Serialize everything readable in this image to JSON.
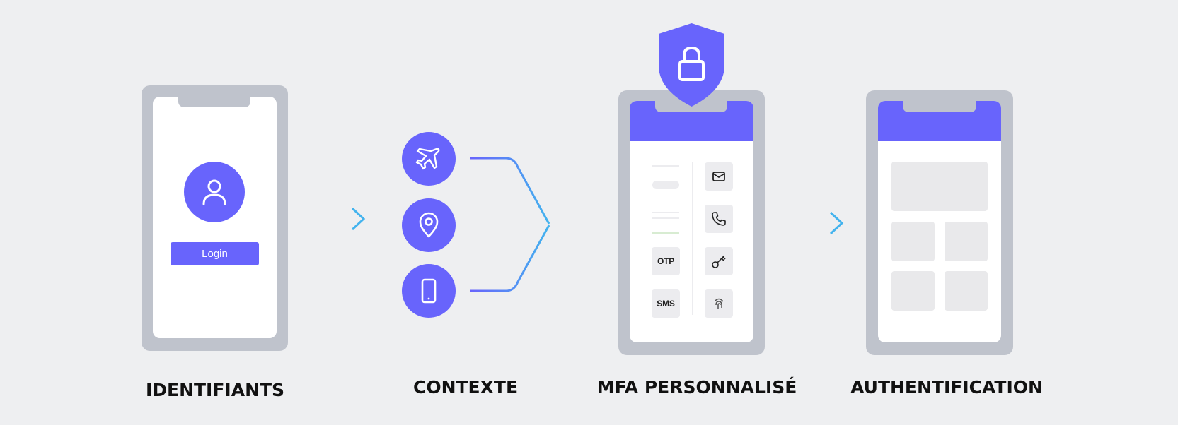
{
  "colors": {
    "background": "#eeeff1",
    "accent": "#6864fc",
    "phone_frame": "#bfc3cc",
    "arrow": "#4aa6f0"
  },
  "steps": {
    "credentials": {
      "label": "IDENTIFIANTS",
      "login_button": "Login",
      "icon": "user-icon"
    },
    "context": {
      "label": "CONTEXTE",
      "icons": [
        "airplane-icon",
        "location-pin-icon",
        "smartphone-icon"
      ]
    },
    "mfa": {
      "label": "MFA PERSONNALISÉ",
      "badge_icon": "shield-lock-icon",
      "tiles": {
        "otp": "OTP",
        "sms": "SMS"
      },
      "tile_icons": [
        "mail-icon",
        "phone-icon",
        "key-icon",
        "fingerprint-icon"
      ]
    },
    "auth": {
      "label": "AUTHENTIFICATION"
    }
  }
}
